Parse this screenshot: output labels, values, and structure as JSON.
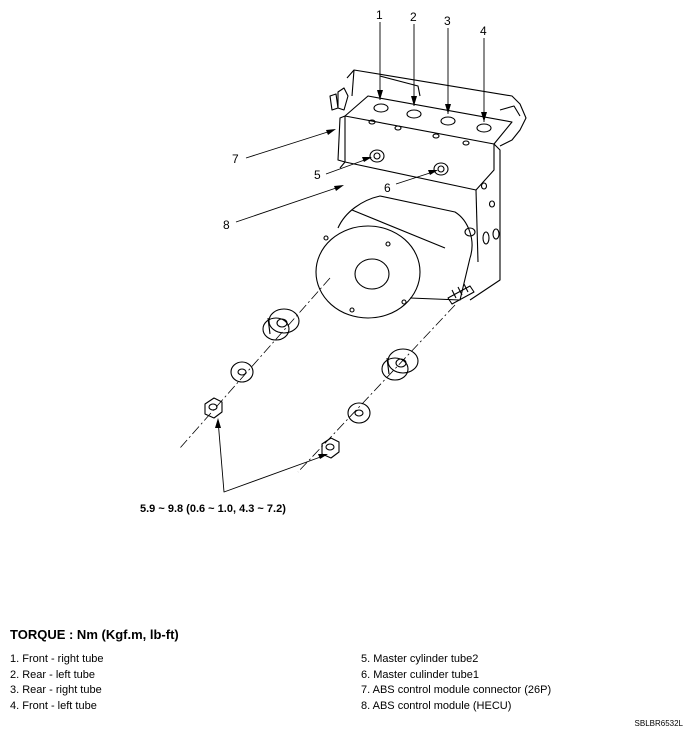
{
  "callouts": [
    "1",
    "2",
    "3",
    "4",
    "5",
    "6",
    "7",
    "8"
  ],
  "torque_spec": "5.9 ~ 9.8 (0.6 ~ 1.0, 4.3 ~ 7.2)",
  "torque_title": "TORQUE : Nm (Kgf.m, lb-ft)",
  "legend_left": [
    "1. Front - right tube",
    "2. Rear - left tube",
    "3. Rear - right tube",
    "4. Front - left tube"
  ],
  "legend_right": [
    "5. Master cylinder tube2",
    "6. Master culinder tube1",
    "7. ABS control module connector (26P)",
    "8. ABS control module (HECU)"
  ],
  "figure_code": "SBLBR6532L"
}
